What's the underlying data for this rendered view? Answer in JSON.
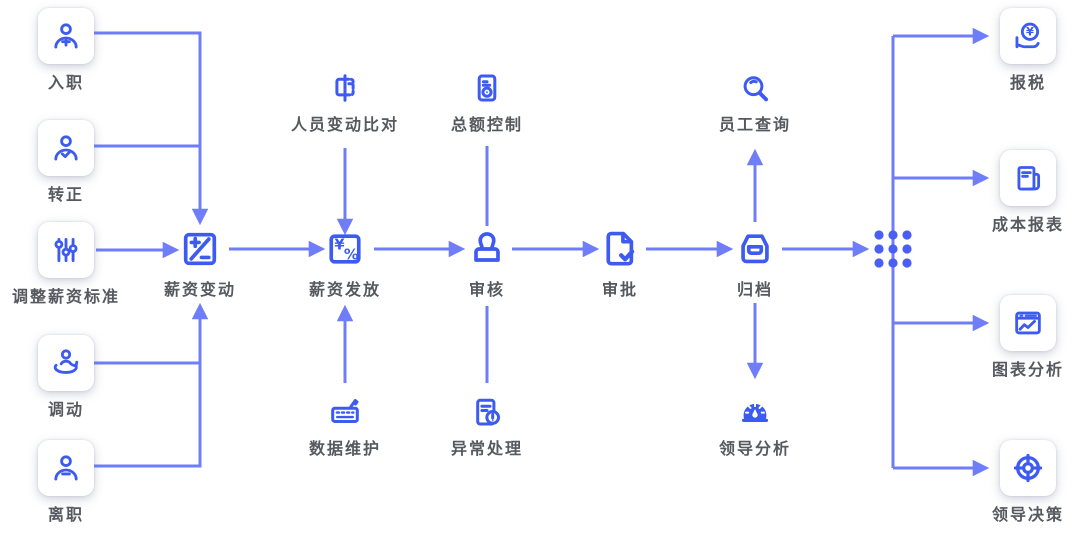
{
  "diagram": {
    "background": "#ffffff",
    "colors": {
      "icon_blue": "#3d5af1",
      "line_blue": "#6f7ef8",
      "dot_blue": "#4b5ef3",
      "label_gray": "#56595f",
      "card_bg": "#ffffff"
    },
    "left_inputs": [
      {
        "label": "入职",
        "icon": "user-add-icon"
      },
      {
        "label": "转正",
        "icon": "user-check-icon"
      },
      {
        "label": "调整薪资标准",
        "icon": "sliders-icon"
      },
      {
        "label": "调动",
        "icon": "user-transfer-icon"
      },
      {
        "label": "离职",
        "icon": "user-remove-icon"
      }
    ],
    "main_flow": [
      {
        "label": "薪资变动",
        "icon": "salary-change-icon"
      },
      {
        "label": "薪资发放",
        "icon": "salary-payment-icon"
      },
      {
        "label": "审核",
        "icon": "stamp-icon"
      },
      {
        "label": "审批",
        "icon": "document-check-icon"
      },
      {
        "label": "归档",
        "icon": "archive-icon"
      }
    ],
    "top_nodes": [
      {
        "label": "人员变动比对",
        "icon": "book-compare-icon"
      },
      {
        "label": "总额控制",
        "icon": "amount-control-icon"
      },
      {
        "label": "员工查询",
        "icon": "search-icon"
      }
    ],
    "bottom_nodes": [
      {
        "label": "数据维护",
        "icon": "keyboard-icon"
      },
      {
        "label": "异常处理",
        "icon": "document-alert-icon"
      },
      {
        "label": "领导分析",
        "icon": "gauge-icon"
      }
    ],
    "right_outputs": [
      {
        "label": "报税",
        "icon": "tax-coin-icon"
      },
      {
        "label": "成本报表",
        "icon": "cost-report-icon"
      },
      {
        "label": "图表分析",
        "icon": "chart-analysis-icon"
      },
      {
        "label": "领导决策",
        "icon": "target-icon"
      }
    ]
  }
}
